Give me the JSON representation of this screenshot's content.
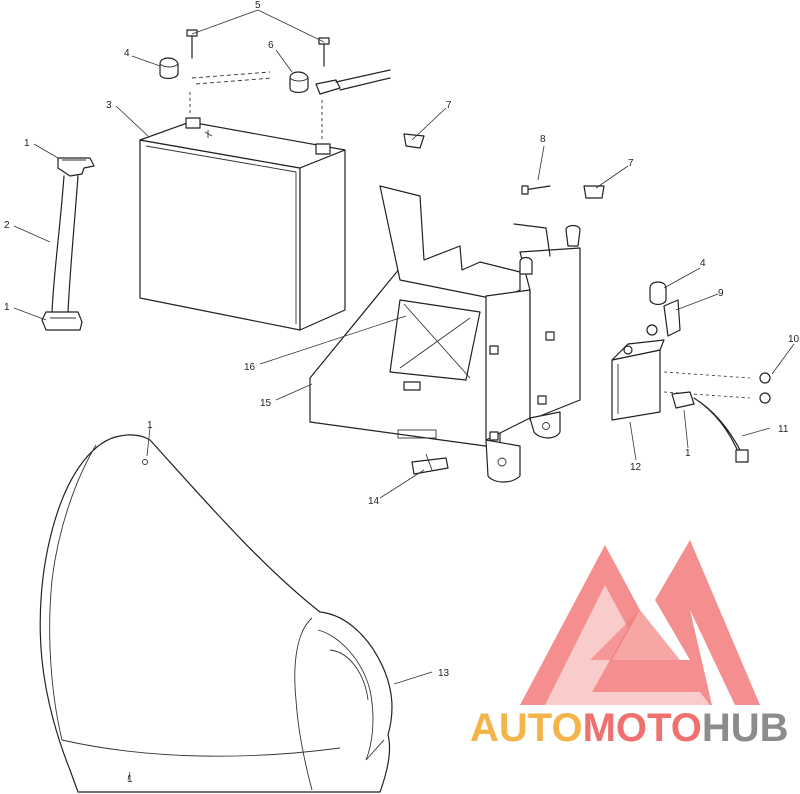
{
  "callouts": {
    "c1_top": "1",
    "c2": "2",
    "c1_low": "1",
    "c3": "3",
    "c4_top": "4",
    "c5": "5",
    "c6": "6",
    "c7_a": "7",
    "c8": "8",
    "c7_b": "7",
    "c4_right": "4",
    "c9": "9",
    "c10": "10",
    "c11": "11",
    "c1_lead": "1",
    "c12": "12",
    "c16": "16",
    "c15": "15",
    "c14": "14",
    "c13": "13",
    "c1_cover_top": "1",
    "c1_cover_bottom": "1"
  },
  "watermark": {
    "part_auto": "AUTO",
    "part_moto": "MOTO",
    "part_hub": "HUB",
    "color_auto": "#f5b44a",
    "color_moto": "#f07070",
    "color_hub": "#8c8c8c",
    "logo_color": "#f26b6b"
  }
}
